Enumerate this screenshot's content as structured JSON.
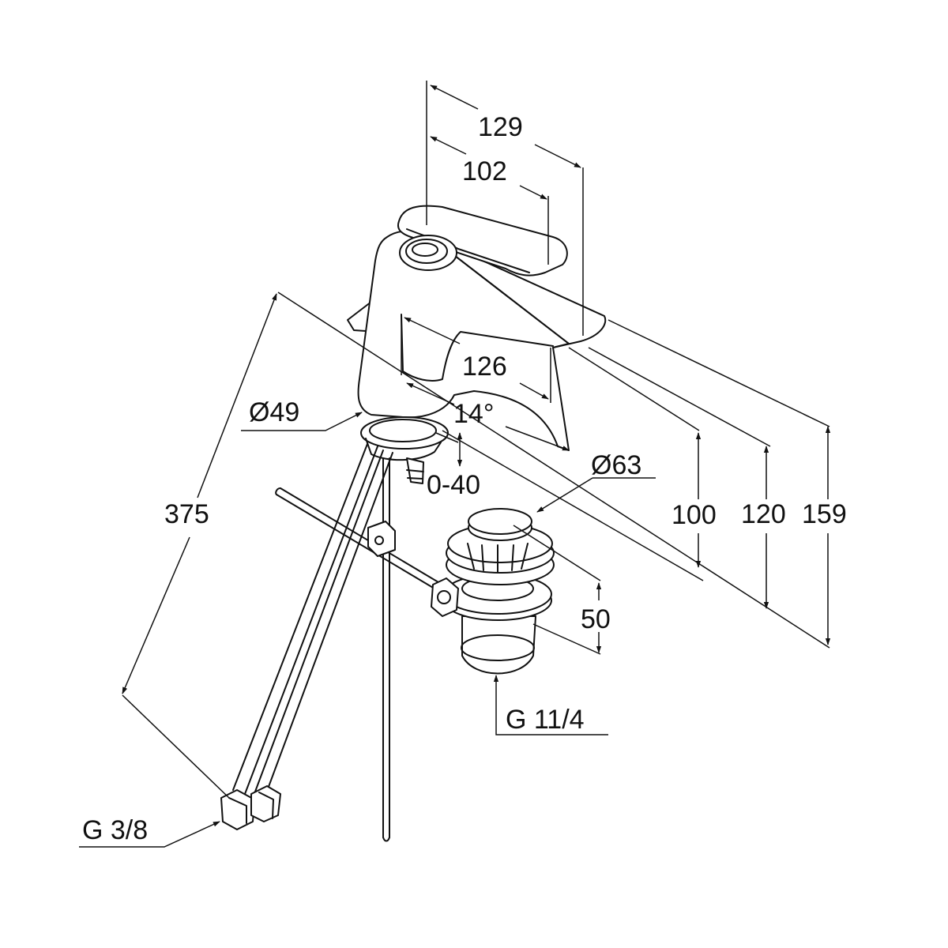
{
  "dimensions": {
    "d129": "129",
    "d102": "102",
    "d126": "126",
    "angle": "14°",
    "dia49": "Ø49",
    "adjust": "0-40",
    "dia63": "Ø63",
    "h100": "100",
    "h120": "120",
    "h159": "159",
    "d375": "375",
    "d50": "50",
    "g114": "G 11/4",
    "g38": "G 3/8"
  }
}
